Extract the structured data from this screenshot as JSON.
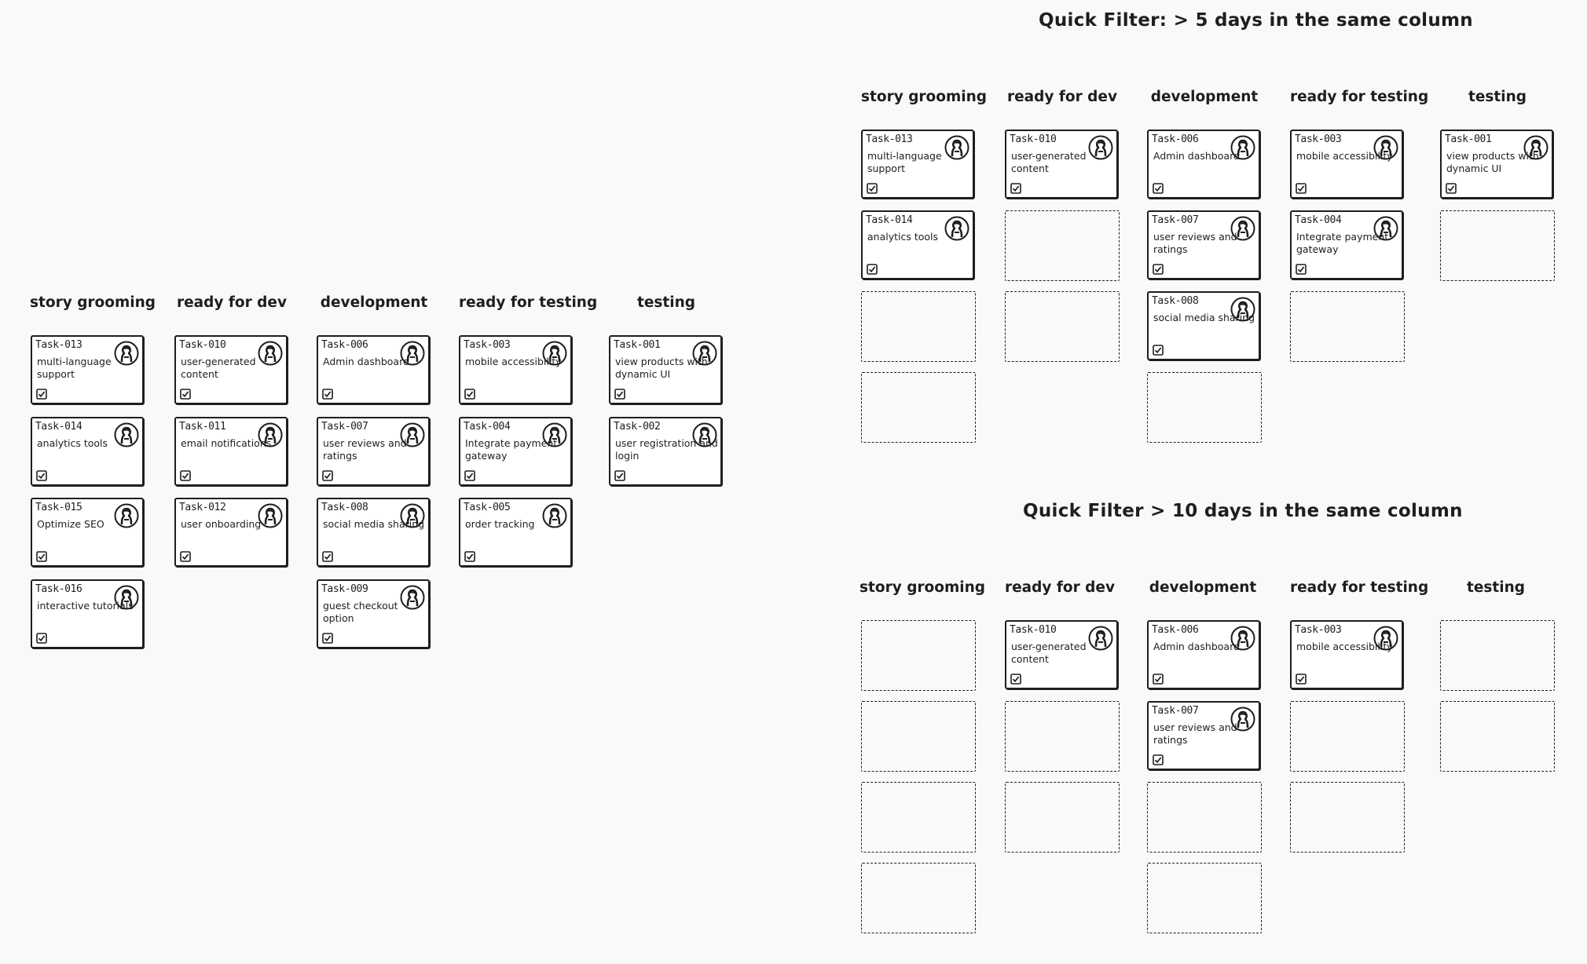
{
  "icons": {
    "avatar": "person-avatar-icon",
    "checkbox": "checked-checkbox-icon"
  },
  "colors": {
    "background": "#f8f9fa",
    "stroke": "#1e1e1e",
    "card": "#ffffff"
  },
  "main_board": {
    "columns": [
      {
        "title": "story grooming",
        "cards": [
          {
            "id": "Task-013",
            "title": "multi-language support"
          },
          {
            "id": "Task-014",
            "title": "analytics tools"
          },
          {
            "id": "Task-015",
            "title": "Optimize SEO"
          },
          {
            "id": "Task-016",
            "title": "interactive tutorials"
          }
        ]
      },
      {
        "title": "ready for dev",
        "cards": [
          {
            "id": "Task-010",
            "title": "user-generated content"
          },
          {
            "id": "Task-011",
            "title": "email notifications"
          },
          {
            "id": "Task-012",
            "title": "user onboarding"
          }
        ]
      },
      {
        "title": "development",
        "cards": [
          {
            "id": "Task-006",
            "title": "Admin dashboard"
          },
          {
            "id": "Task-007",
            "title": "user reviews and ratings"
          },
          {
            "id": "Task-008",
            "title": "social media sharing"
          },
          {
            "id": "Task-009",
            "title": "guest checkout option"
          }
        ]
      },
      {
        "title": "ready for testing",
        "cards": [
          {
            "id": "Task-003",
            "title": "mobile accessibility"
          },
          {
            "id": "Task-004",
            "title": "Integrate payment gateway"
          },
          {
            "id": "Task-005",
            "title": "order tracking"
          }
        ]
      },
      {
        "title": "testing",
        "cards": [
          {
            "id": "Task-001",
            "title": "view products with dynamic UI"
          },
          {
            "id": "Task-002",
            "title": "user registration and login"
          }
        ]
      }
    ]
  },
  "filter_5_days": {
    "heading": "Quick Filter: > 5 days in the same column",
    "columns": [
      {
        "title": "story grooming",
        "slots": [
          {
            "id": "Task-013",
            "title": "multi-language support"
          },
          {
            "id": "Task-014",
            "title": "analytics tools"
          },
          null,
          null
        ]
      },
      {
        "title": "ready for dev",
        "slots": [
          {
            "id": "Task-010",
            "title": "user-generated content"
          },
          null,
          null
        ]
      },
      {
        "title": "development",
        "slots": [
          {
            "id": "Task-006",
            "title": "Admin dashboard"
          },
          {
            "id": "Task-007",
            "title": "user reviews and ratings"
          },
          {
            "id": "Task-008",
            "title": "social media sharing"
          },
          null
        ]
      },
      {
        "title": "ready for testing",
        "slots": [
          {
            "id": "Task-003",
            "title": "mobile accessibility"
          },
          {
            "id": "Task-004",
            "title": "Integrate payment gateway"
          },
          null
        ]
      },
      {
        "title": "testing",
        "slots": [
          {
            "id": "Task-001",
            "title": "view products with dynamic UI"
          },
          null
        ]
      }
    ]
  },
  "filter_10_days": {
    "heading": "Quick Filter > 10 days in the same column",
    "columns": [
      {
        "title": "story grooming",
        "slots": [
          null,
          null,
          null,
          null
        ]
      },
      {
        "title": "ready for dev",
        "slots": [
          {
            "id": "Task-010",
            "title": "user-generated content"
          },
          null,
          null
        ]
      },
      {
        "title": "development",
        "slots": [
          {
            "id": "Task-006",
            "title": "Admin dashboard"
          },
          {
            "id": "Task-007",
            "title": "user reviews and ratings"
          },
          null,
          null
        ]
      },
      {
        "title": "ready for testing",
        "slots": [
          {
            "id": "Task-003",
            "title": "mobile accessibility"
          },
          null,
          null
        ]
      },
      {
        "title": "testing",
        "slots": [
          null,
          null
        ]
      }
    ]
  }
}
